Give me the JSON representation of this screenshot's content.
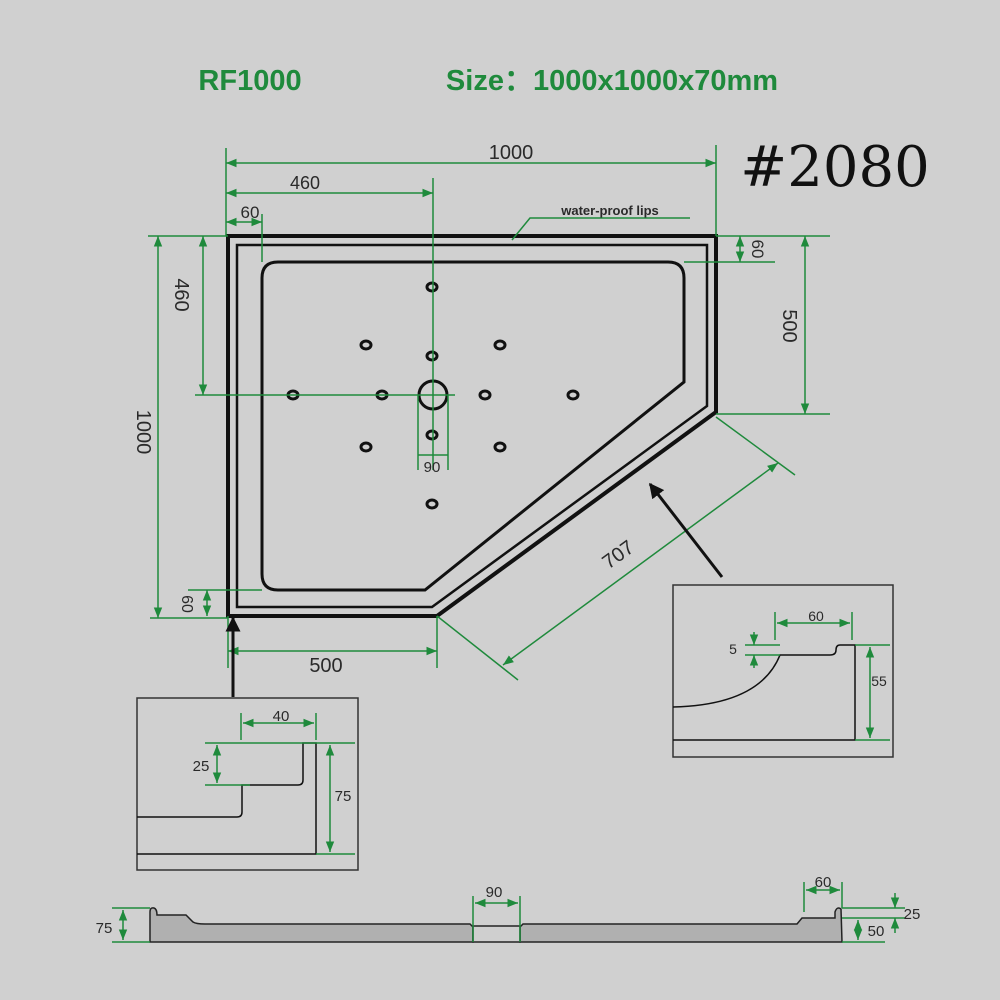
{
  "header": {
    "model": "RF1000",
    "size": "Size：1000x1000x70mm"
  },
  "code": "#2080",
  "plan": {
    "dim_width": "1000",
    "dim_drain_offset_x": "460",
    "dim_lip_left": "60",
    "dim_lip_top_right": "60",
    "dim_right_side": "500",
    "dim_drain_offset_y": "460",
    "dim_depth": "1000",
    "dim_lip_bottom": "60",
    "dim_bottom_side": "500",
    "dim_diagonal": "707",
    "dim_drain": "90",
    "label_lips": "water-proof lips"
  },
  "detail_left": {
    "width": "40",
    "step": "25",
    "height": "75"
  },
  "detail_right": {
    "width": "60",
    "step": "5",
    "height": "55"
  },
  "section": {
    "height": "75",
    "drain": "90",
    "lip": "60",
    "lip_height": "25",
    "base": "50"
  },
  "colors": {
    "dimension": "#1f8a3c",
    "background": "#d0d0d0"
  }
}
